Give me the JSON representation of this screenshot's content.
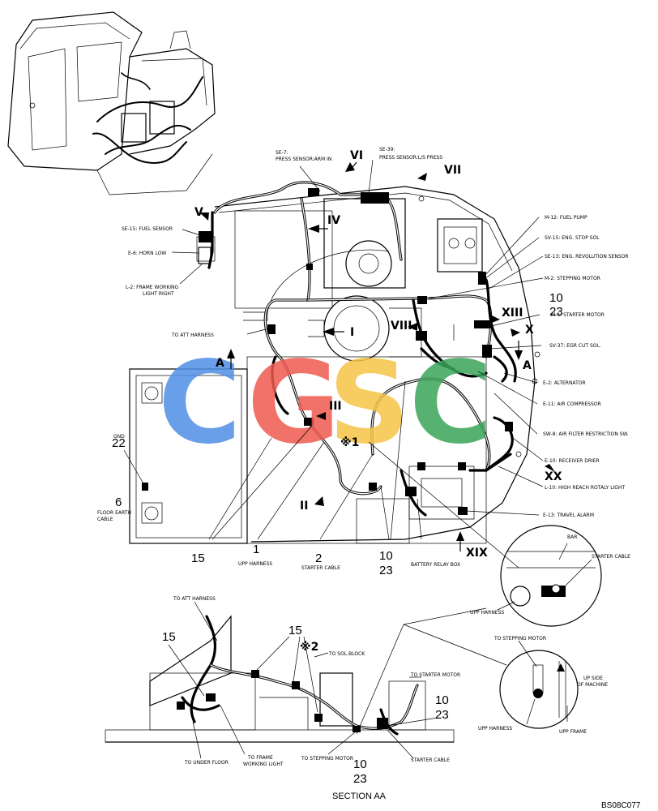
{
  "diagram": {
    "section_title": "SECTION AA",
    "drawing_code": "BS08C077",
    "watermark": {
      "letters": [
        "C",
        "G",
        "S",
        "C"
      ],
      "colors": [
        "#4f8fe6",
        "#ef5a50",
        "#f6c445",
        "#3aa55a"
      ]
    },
    "roman_markers": {
      "i": "I",
      "ii": "II",
      "iii": "III",
      "iv": "IV",
      "v": "V",
      "vi": "VI",
      "vii": "VII",
      "viii": "VIII",
      "x": "X",
      "xiii": "XIII",
      "xix": "XIX",
      "xx": "XX",
      "a_top": "A",
      "a_right": "A"
    },
    "part_numbers": {
      "n15_main": "15",
      "n1": "1",
      "n2": "2",
      "n10_a": "10",
      "n23_a": "23",
      "n10_b": "10",
      "n23_b": "23",
      "n22": "22",
      "n6": "6",
      "n15_sec_a": "15",
      "n15_sec_b": "15",
      "n10_sec_a": "10",
      "n23_sec_a": "23",
      "n10_sec_b": "10",
      "n23_sec_b": "23",
      "ref1": "※1",
      "ref2": "※2"
    },
    "labels": {
      "se7": "SE-7:",
      "se7_desc": "PRESS SENSOR:ARM IN",
      "se39": "SE-39:",
      "se39_desc": "PRESS SENSOR:L/S PRESS",
      "se15": "SE-15: FUEL SENSOR",
      "e6": "E-6: HORN LOW",
      "l2": "L-2: FRAME WORKING",
      "l2b": "LIGHT RIGHT",
      "to_att": "TO ATT HARNESS",
      "gnd": "GND",
      "floor_earth": "FLOOR EARTH",
      "floor_earth_b": "CABLE",
      "upp_harness": "UPP HARNESS",
      "starter_cable": "STARTER CABLE",
      "battery_relay": "BATTERY RELAY BOX",
      "m12": "M-12: FUEL PUMP",
      "sv15": "SV-15: ENG. STOP SOL",
      "se13": "SE-13: ENG. REVOLUTION SENSOR",
      "m2": "M-2: STEPPING MOTOR",
      "m1": "M-1: STARTER MOTOR",
      "sv37": "SV-37: EGR CUT SOL.",
      "e2": "E-2: ALTERNATOR",
      "e11": "E-11: AIR COMPRESSOR",
      "sw8": "SW-8: AIR FILTER RESTRICTION SW.",
      "e10": "E-10: RECEIVER DRIER",
      "l10": "L-10: HIGH REACH ROTALY LIGHT",
      "e13": "E-13: TRAVEL ALARM",
      "bar": "BAR",
      "det_starter": "STARTER CABLE",
      "det_upp": "UPP HARNESS",
      "to_stepping_det": "TO STEPPING MOTOR",
      "up_side": "UP SIDE",
      "up_side_b": "OF MACHINE",
      "det2_upp": "UPP HARNESS",
      "upp_frame": "UPP FRAME",
      "sec_to_att": "TO ATT HARNESS",
      "to_sol_block": "TO SOL.BLOCK",
      "to_starter_motor": "TO STARTER MOTOR",
      "to_under_floor": "TO UNDER FLOOR",
      "to_frame_working": "TO FRAME",
      "to_frame_working_b": "WORKING LIGHT",
      "to_stepping_sec": "TO STEPPING MOTOR",
      "sec_starter_cable": "STARTER CABLE"
    }
  }
}
